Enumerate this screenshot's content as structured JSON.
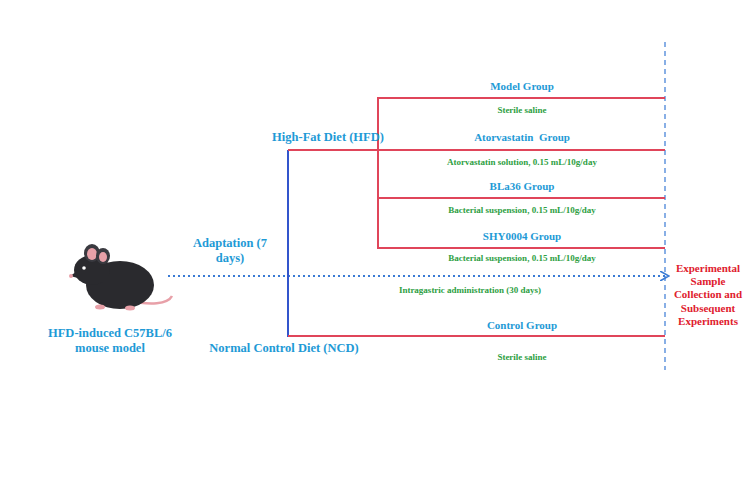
{
  "diagram": {
    "labels": [
      "Model Group",
      "Sterile saline",
      "High-Fat Diet (HFD)",
      "Atorvastatin  Group",
      "Atorvastatin solution, 0.15 mL/10g/day",
      "BLa36 Group",
      "Bacterial suspension, 0.15 mL/10g/day",
      "Adaptation (7 days)",
      "SHY0004 Group",
      "Bacterial suspension, 0.15 mL/10g/day",
      "Experimental Sample Collection and Subsequent Experiments",
      "Intragastric administration (30 days)",
      "HFD-induced C57BL/6 mouse model",
      "Control Group",
      "Normal Control Diet (NCD)",
      "Sterile saline"
    ]
  }
}
